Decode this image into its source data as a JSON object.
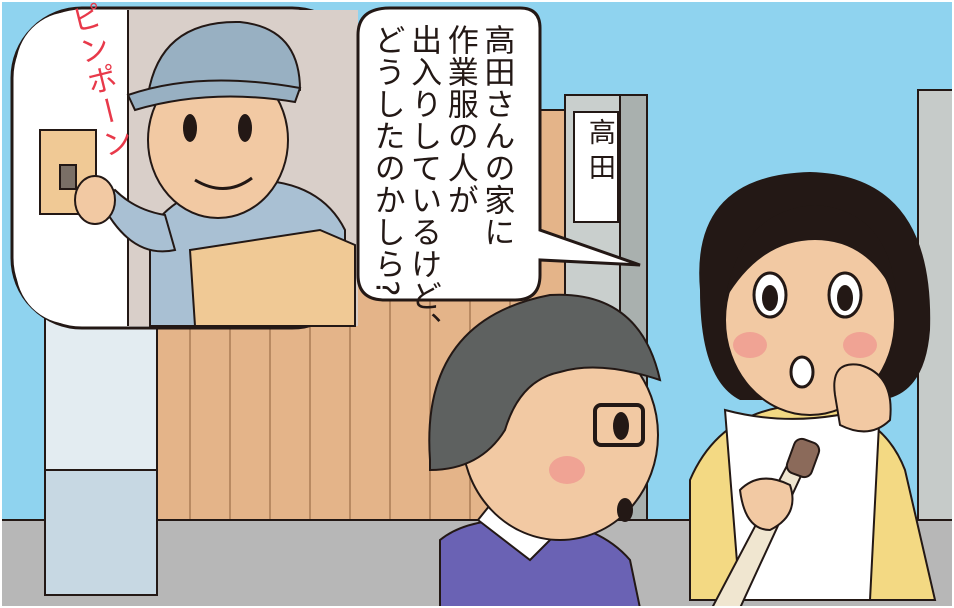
{
  "speech_bubble": {
    "lines": [
      "高田さんの家に",
      "作業服の人が",
      "出入りしているけど、",
      "どうしたのかしら?"
    ]
  },
  "sound_effect": "ピンポーン",
  "nameplate": "高田",
  "colors": {
    "sky": "#8fd3ef",
    "fence": "#e4b489",
    "fence_lines": "#b98a62",
    "pillar": "#c9cfcd",
    "road": "#b7b7b7",
    "uniform": "#a9c0d3",
    "cap": "#98b0c2",
    "skin": "#f2c9a3",
    "box": "#f0c995",
    "hair": "#231815",
    "man_hair": "#5e6160",
    "vest": "#6a62b4",
    "woman_shirt": "#f3d983",
    "outline": "#231815",
    "doorbell_text": "#e8394a"
  }
}
